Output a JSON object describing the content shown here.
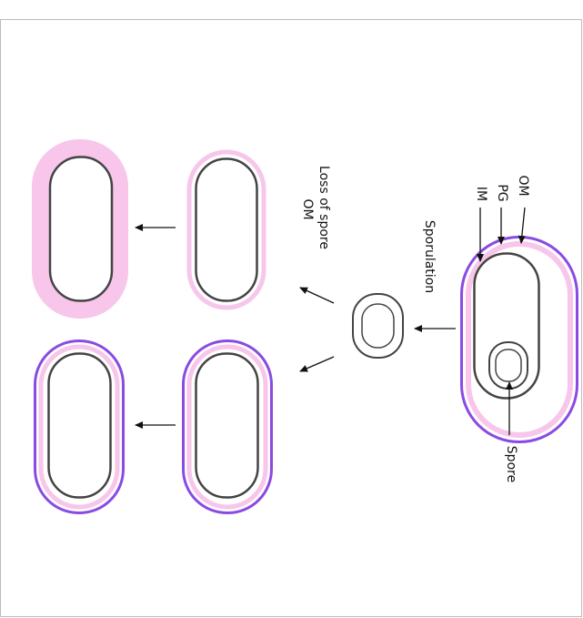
{
  "labels": {
    "om": "OM",
    "pg": "PG",
    "im": "IM",
    "spore": "Spore",
    "sporulation": "Sporulation",
    "loss_line1": "Loss of spore",
    "loss_line2": "OM"
  },
  "colors": {
    "outer_membrane": "#8a4be3",
    "peptidoglycan": "#f7c6ea",
    "inner_membrane": "#444444",
    "frame": "#bbbbbb",
    "arrow": "#111111"
  }
}
